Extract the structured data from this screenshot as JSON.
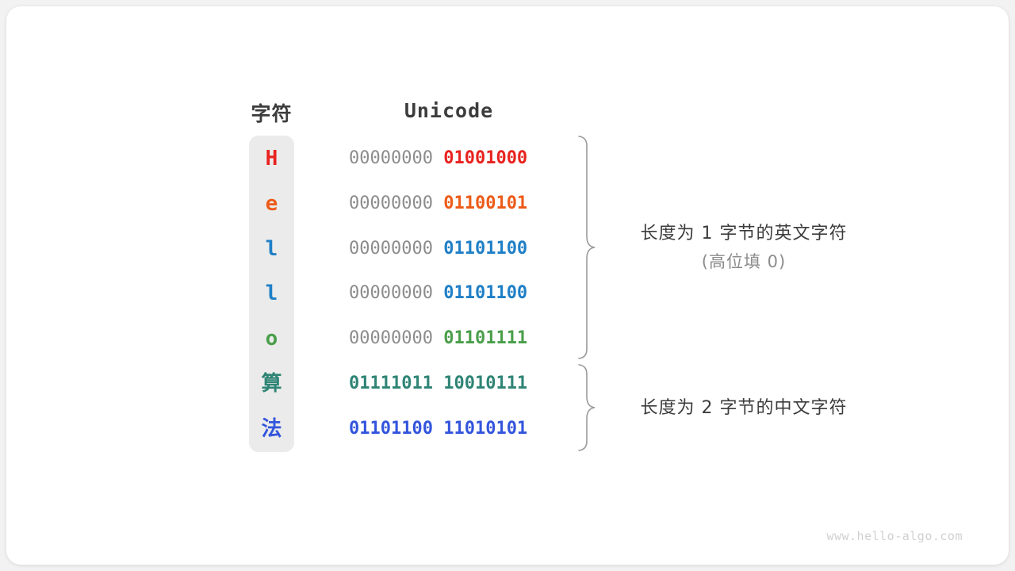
{
  "canvas": {
    "background": "#f2f2f2",
    "card_background": "#ffffff"
  },
  "headers": {
    "char": "字符",
    "unicode": "Unicode"
  },
  "colors": {
    "header_text": "#3c3c3c",
    "high_bits_gray": "#8c8c8c",
    "column_block": "#ebebeb",
    "annotation_main": "#3c3c3c",
    "annotation_sub": "#8c8c8c",
    "brace": "#9a9a9a",
    "watermark": "#d0d0d0"
  },
  "rows": [
    {
      "char": "H",
      "script": "latin",
      "color": "#e8231f",
      "high": "00000000",
      "low": "01001000",
      "full_width": false
    },
    {
      "char": "e",
      "script": "latin",
      "color": "#ec5b18",
      "high": "00000000",
      "low": "01100101",
      "full_width": false
    },
    {
      "char": "l",
      "script": "latin",
      "color": "#1f7fc6",
      "high": "00000000",
      "low": "01101100",
      "full_width": false
    },
    {
      "char": "l",
      "script": "latin",
      "color": "#1f7fc6",
      "high": "00000000",
      "low": "01101100",
      "full_width": false
    },
    {
      "char": "o",
      "script": "latin",
      "color": "#4a9e4a",
      "high": "00000000",
      "low": "01101111",
      "full_width": false
    },
    {
      "char": "算",
      "script": "cjk",
      "color": "#2e8475",
      "high": "01111011",
      "low": "10010111",
      "full_width": true
    },
    {
      "char": "法",
      "script": "cjk",
      "color": "#3355dd",
      "high": "01101100",
      "low": "11010101",
      "full_width": true
    }
  ],
  "annotations": [
    {
      "main": "长度为 1 字节的英文字符",
      "sub": "(高位填 0)",
      "brace_label": "brace-english"
    },
    {
      "main": "长度为 2 字节的中文字符",
      "sub": "",
      "brace_label": "brace-chinese"
    }
  ],
  "watermark": "www.hello-algo.com"
}
